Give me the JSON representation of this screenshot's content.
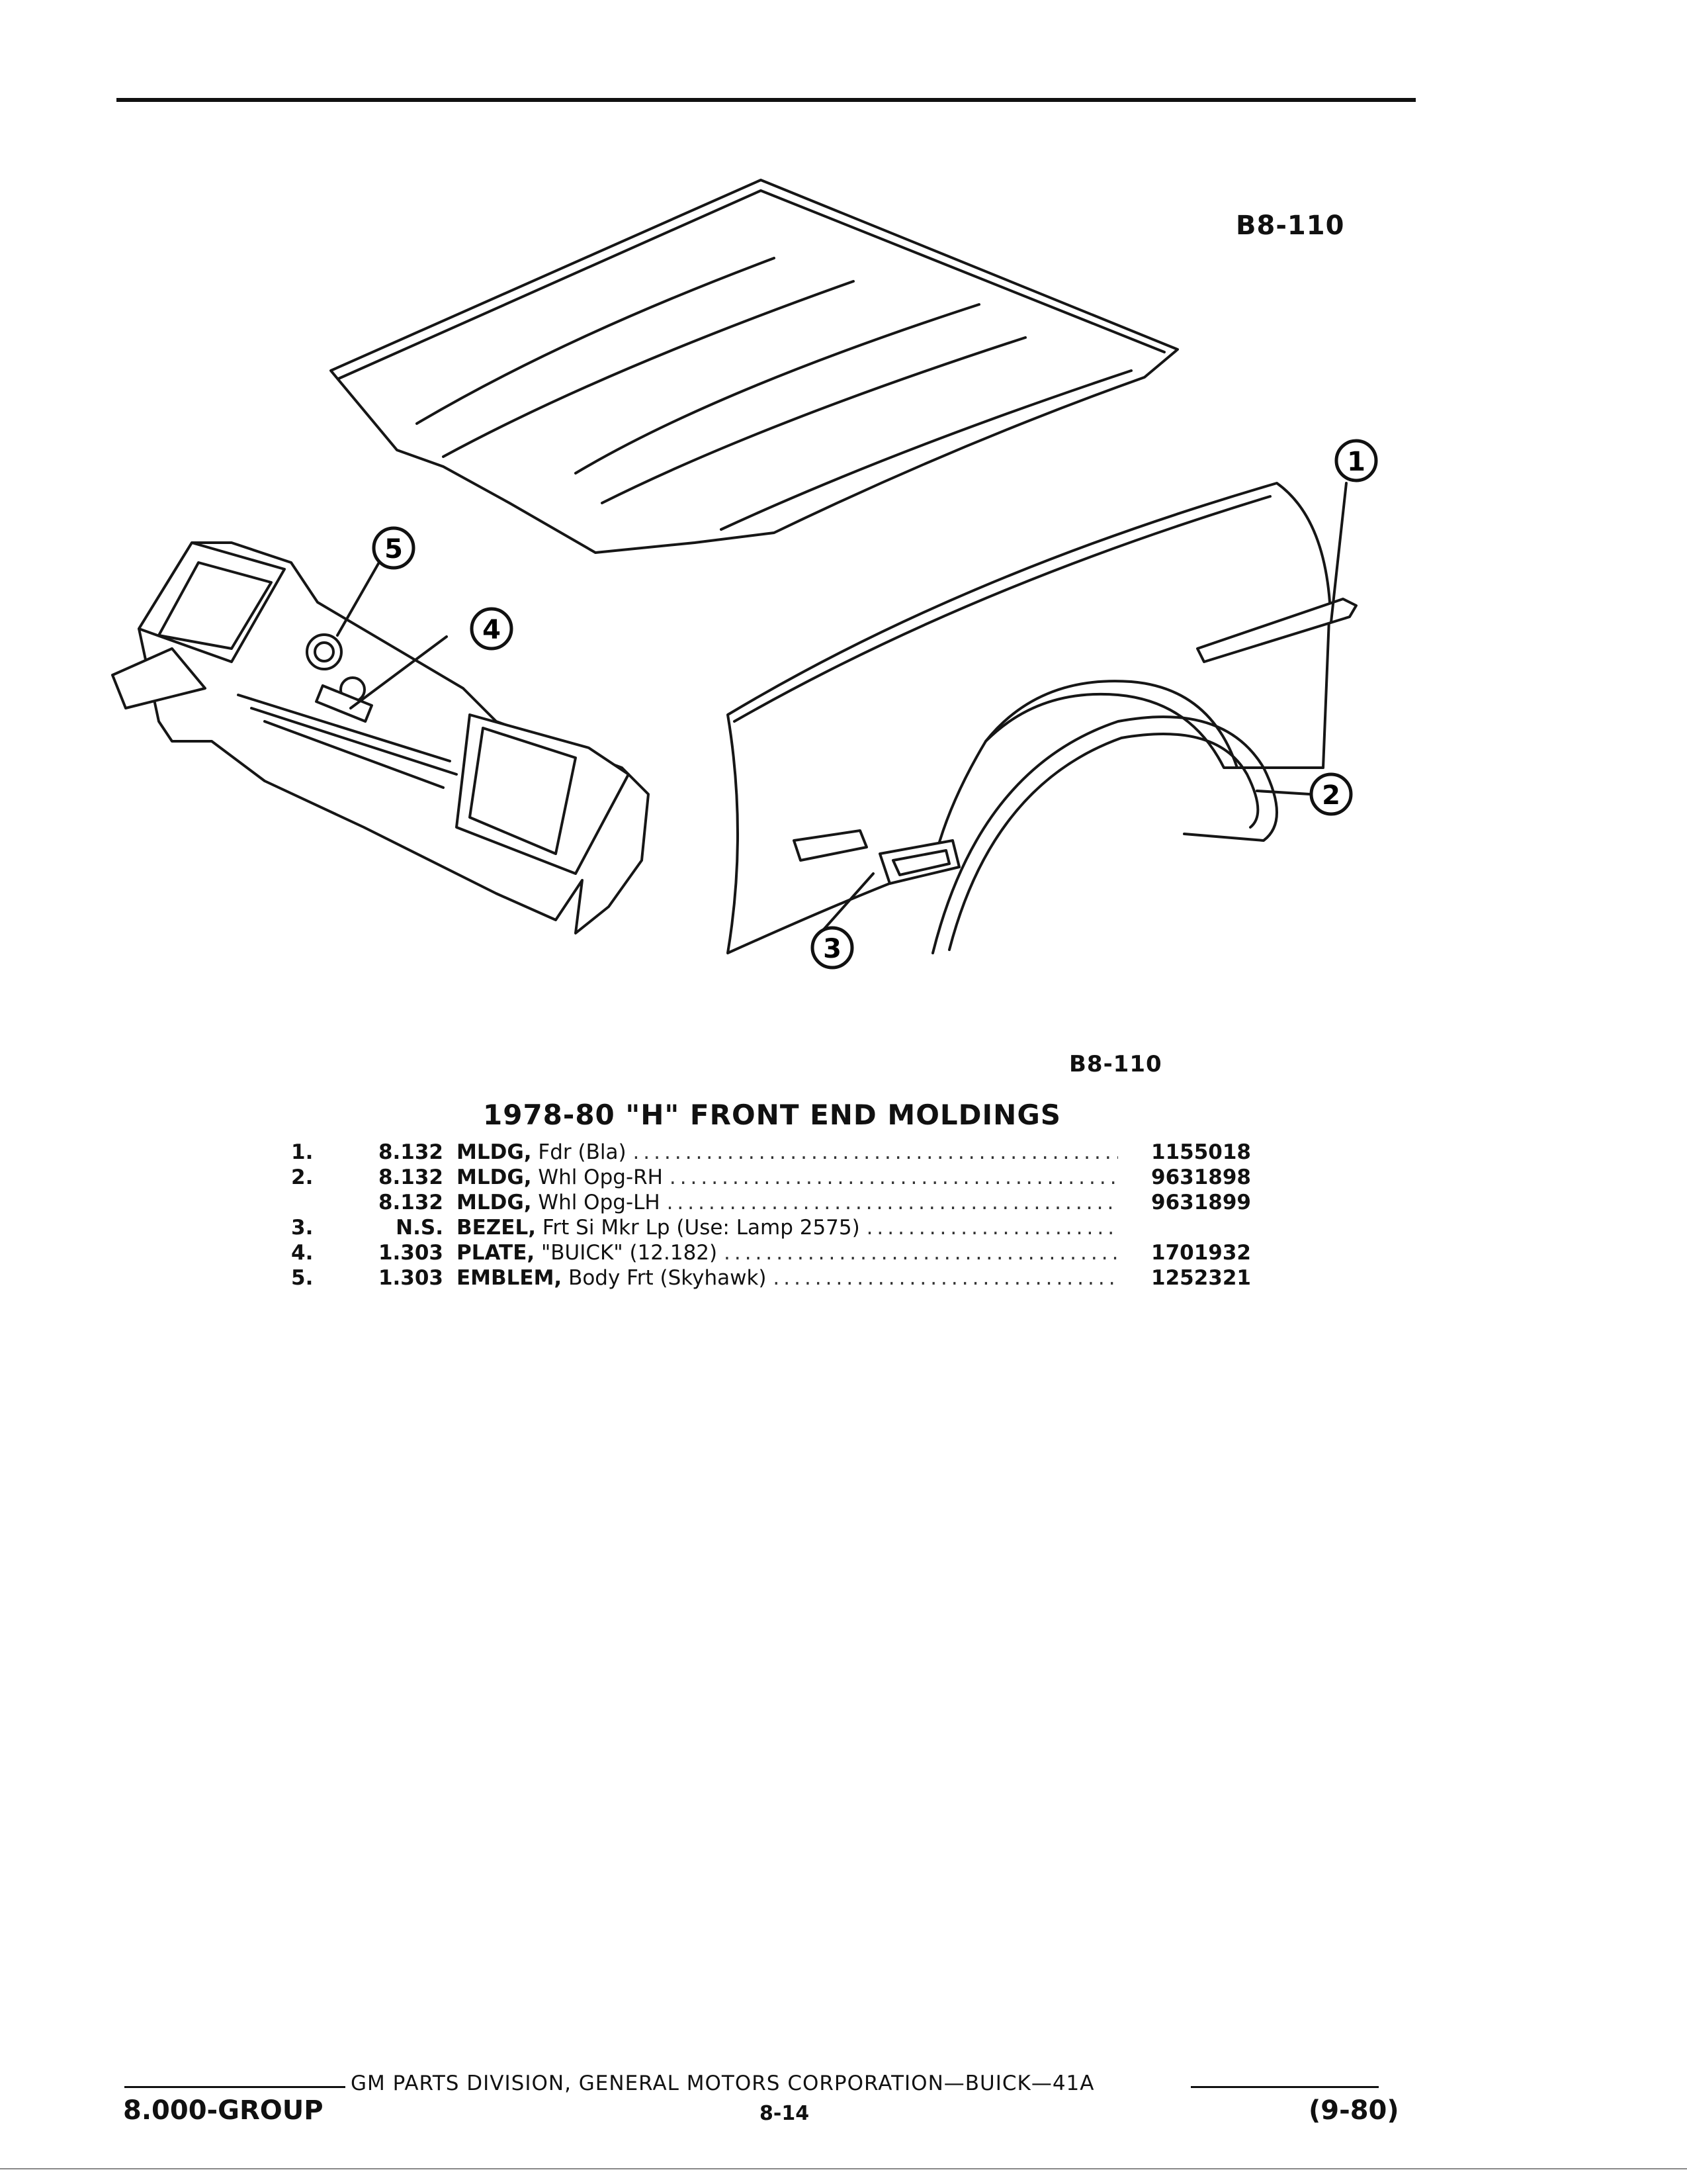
{
  "figure": {
    "code_top": "B8-110",
    "code_bottom": "B8-110",
    "callouts": [
      "1",
      "2",
      "3",
      "4",
      "5"
    ]
  },
  "section": {
    "title": "1978-80 \"H\" FRONT END MOLDINGS"
  },
  "parts": [
    {
      "index": "1.",
      "group": "8.132",
      "name": "MLDG,",
      "detail": " Fdr (Bla)",
      "part_number": "1155018"
    },
    {
      "index": "2.",
      "group": "8.132",
      "name": "MLDG,",
      "detail": " Whl Opg-RH",
      "part_number": "9631898"
    },
    {
      "index": "",
      "group": "8.132",
      "name": "MLDG,",
      "detail": " Whl Opg-LH",
      "part_number": "9631899"
    },
    {
      "index": "3.",
      "group": "N.S.",
      "name": "BEZEL,",
      "detail": " Frt Si Mkr Lp (Use: Lamp 2575)",
      "part_number": ""
    },
    {
      "index": "4.",
      "group": "1.303",
      "name": "PLATE,",
      "detail": " \"BUICK\" (12.182)",
      "part_number": "1701932"
    },
    {
      "index": "5.",
      "group": "1.303",
      "name": "EMBLEM,",
      "detail": " Body Frt (Skyhawk)",
      "part_number": "1252321"
    }
  ],
  "footer": {
    "corporation": "GM PARTS DIVISION, GENERAL MOTORS CORPORATION—BUICK—41A",
    "group": "8.000-GROUP",
    "page": "8-14",
    "date": "(9-80)"
  }
}
